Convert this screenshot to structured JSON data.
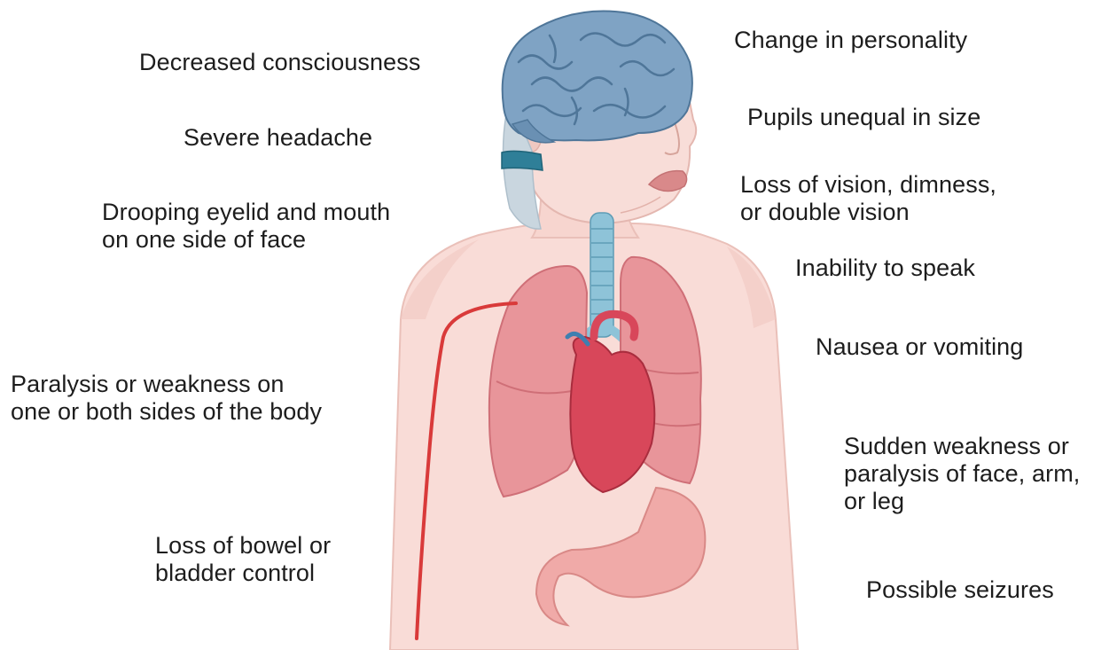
{
  "labels_left": {
    "decreased_consciousness": "Decreased consciousness",
    "severe_headache": "Severe headache",
    "drooping_line1": "Drooping eyelid and mouth",
    "drooping_line2": "on one side of face",
    "paralysis_line1": "Paralysis or weakness on",
    "paralysis_line2": "one or both sides of the body",
    "bowel_line1": "Loss of bowel or",
    "bowel_line2": "bladder control"
  },
  "labels_right": {
    "personality": "Change in personality",
    "pupils": "Pupils unequal in size",
    "vision_line1": "Loss of vision, dimness,",
    "vision_line2": "or double vision",
    "speak": "Inability to speak",
    "nausea": "Nausea or vomiting",
    "sudden_line1": "Sudden weakness or",
    "sudden_line2": "paralysis of face, arm,",
    "sudden_line3": "or leg",
    "seizures": "Possible seizures"
  },
  "colors": {
    "skin": "#f7d9d4",
    "skin_shadow": "#efc4bd",
    "brain": "#7fa3c4",
    "brain_dark": "#4f7699",
    "headband": "#2f7f98",
    "lung": "#e8959a",
    "lung_dark": "#cf6f77",
    "heart": "#d8475a",
    "trachea": "#8ec3d8",
    "stomach": "#f0aaa8",
    "nerve_line": "#d93a3a"
  }
}
